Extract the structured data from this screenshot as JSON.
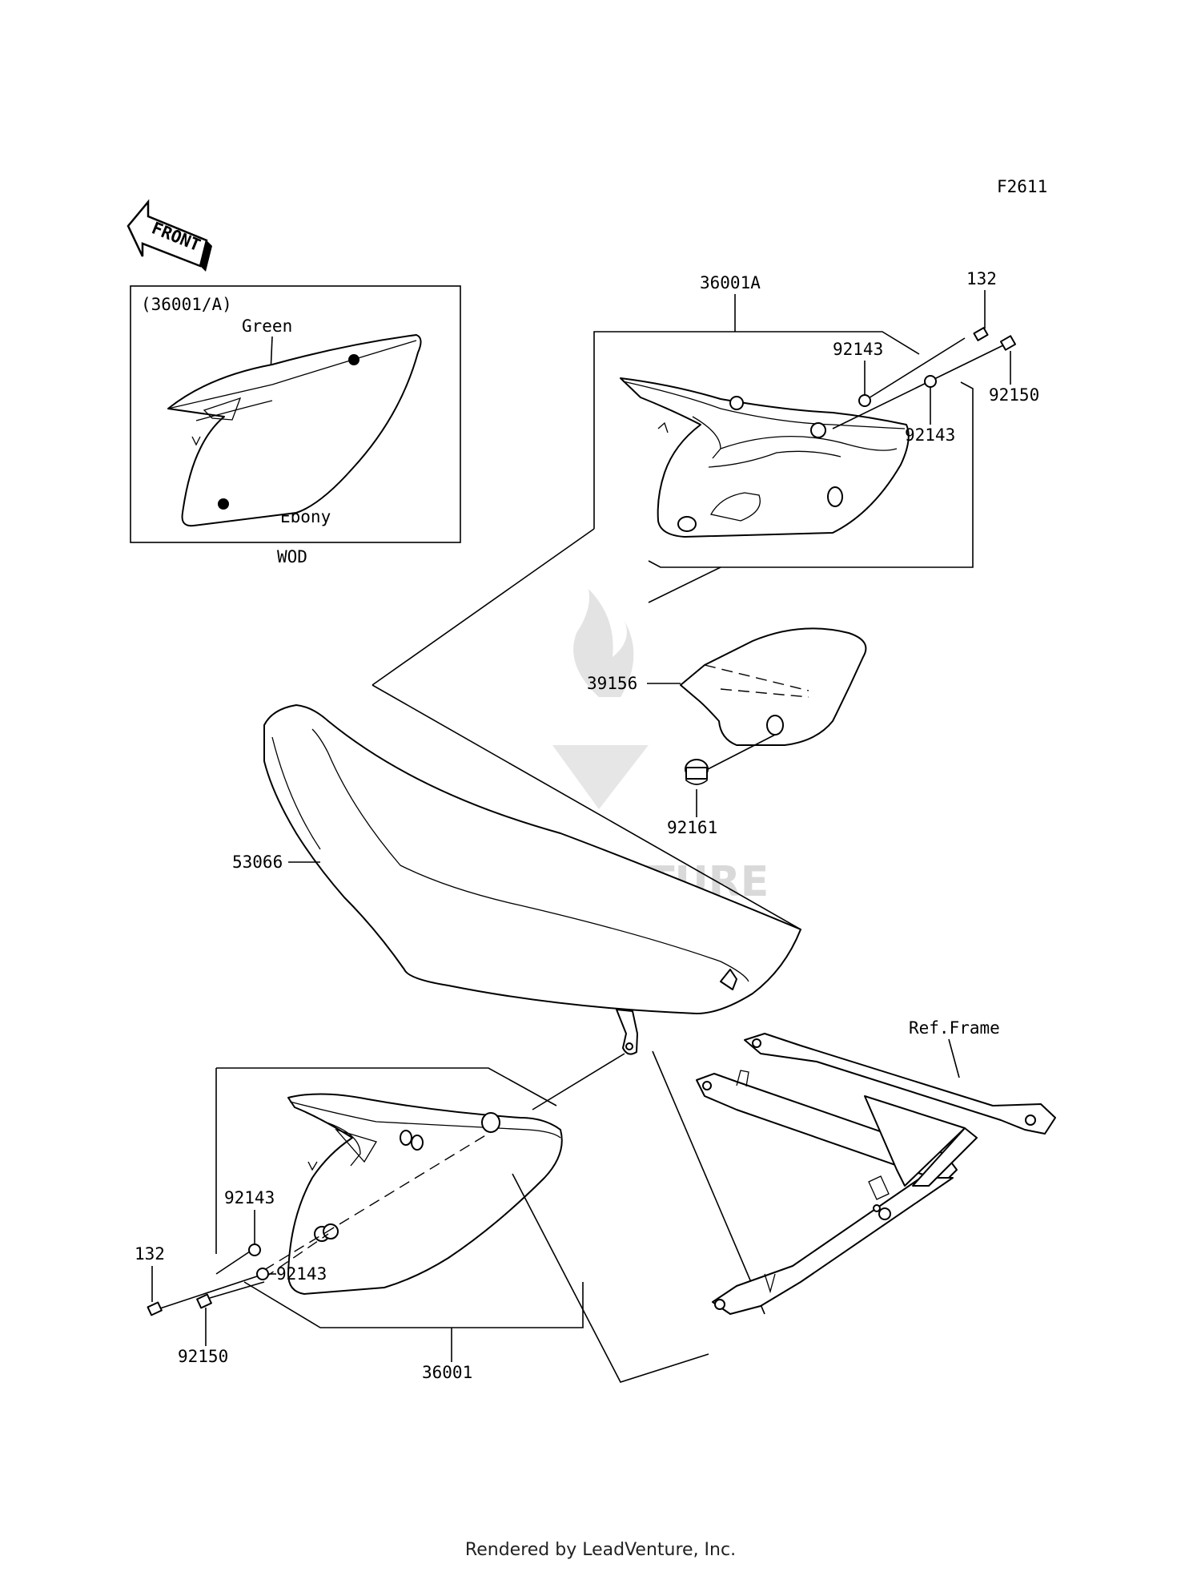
{
  "figure_code": "F2611",
  "front_arrow_label": "FRONT",
  "inset": {
    "part_ref": "(36001/A)",
    "color_upper": "Green",
    "color_lower": "Ebony",
    "caption": "WOD"
  },
  "callouts": {
    "side_cover_a": "36001A",
    "bolt_top": "132",
    "collar_top_1": "92143",
    "collar_top_2": "92143",
    "bolt_flange_top": "92150",
    "pad": "39156",
    "grommet": "92161",
    "seat": "53066",
    "frame": "Ref.Frame",
    "collar_bottom_1": "92143",
    "collar_bottom_2": "92143",
    "bolt_bottom": "132",
    "bolt_flange_bottom": "92150",
    "side_cover": "36001"
  },
  "watermark": "LEADVENTURE",
  "footer": "Rendered by LeadVenture, Inc."
}
